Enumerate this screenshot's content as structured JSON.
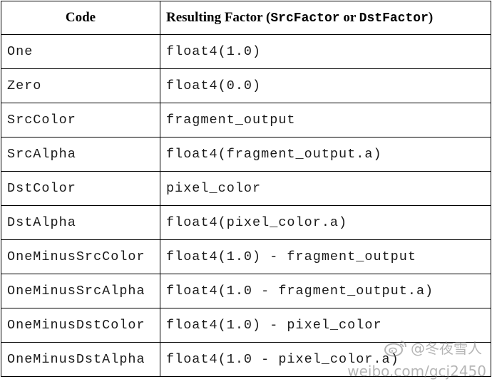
{
  "table": {
    "headers": {
      "code": "Code",
      "factor_prefix": "Resulting Factor (",
      "factor_src": "SrcFactor",
      "factor_or": " or ",
      "factor_dst": "DstFactor",
      "factor_suffix": ")"
    },
    "rows": [
      {
        "code": "One",
        "factor": "float4(1.0)"
      },
      {
        "code": "Zero",
        "factor": "float4(0.0)"
      },
      {
        "code": "SrcColor",
        "factor": "fragment_output"
      },
      {
        "code": "SrcAlpha",
        "factor": "float4(fragment_output.a)"
      },
      {
        "code": "DstColor",
        "factor": "pixel_color"
      },
      {
        "code": "DstAlpha",
        "factor": "float4(pixel_color.a)"
      },
      {
        "code": "OneMinusSrcColor",
        "factor": "float4(1.0) - fragment_output"
      },
      {
        "code": "OneMinusSrcAlpha",
        "factor": "float4(1.0 - fragment_output.a)"
      },
      {
        "code": "OneMinusDstColor",
        "factor": "float4(1.0) - pixel_color"
      },
      {
        "code": "OneMinusDstAlpha",
        "factor": "float4(1.0 - pixel_color.a)"
      }
    ]
  },
  "watermark": {
    "handle": "@冬夜雪人",
    "url": "weibo.com/gcj2450",
    "icon": "weibo-icon"
  }
}
